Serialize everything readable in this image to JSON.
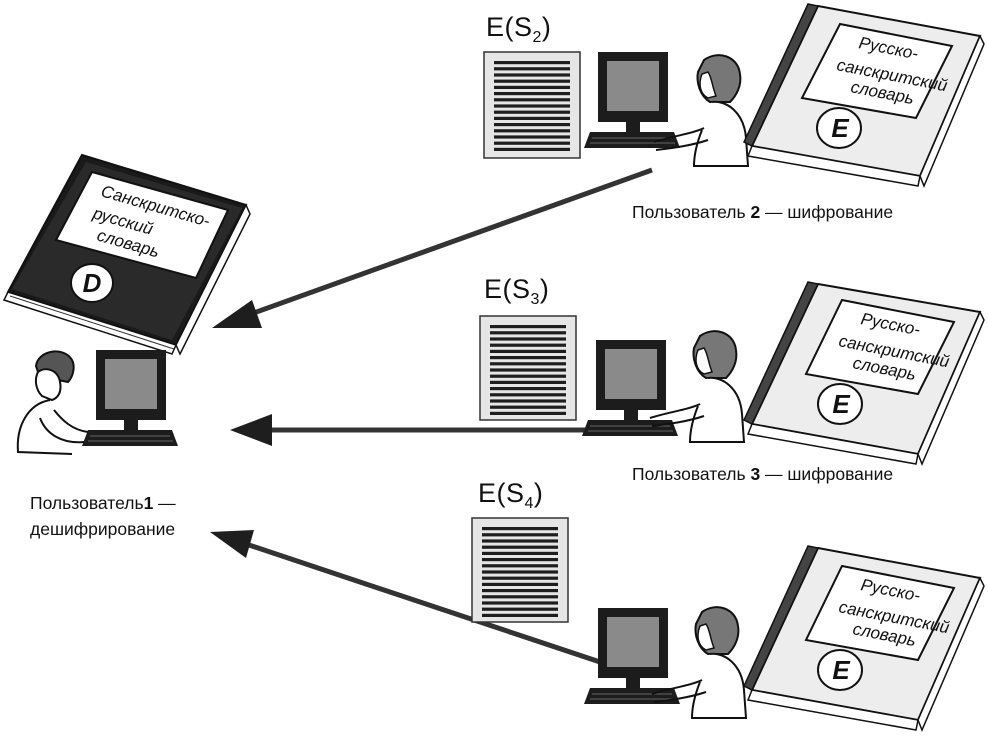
{
  "diagram": {
    "decrypt_user": {
      "label_line1_prefix": "Пользователь",
      "label_line1_number": "1",
      "label_line1_suffix": " —",
      "label_line2": "дешифрирование",
      "book_line1": "Санскритско-",
      "book_line2": "русский",
      "book_line3": "словарь",
      "book_letter": "D"
    },
    "encrypt_users": [
      {
        "cipher_prefix": "E(S",
        "cipher_sub": "2",
        "cipher_suffix": ")",
        "label_prefix": "Пользователь ",
        "label_number": "2",
        "label_suffix": " — шифрование",
        "book_line1": "Русско-",
        "book_line2": "санскритский",
        "book_line3": "словарь",
        "book_letter": "E"
      },
      {
        "cipher_prefix": "E(S",
        "cipher_sub": "3",
        "cipher_suffix": ")",
        "label_prefix": "Пользователь ",
        "label_number": "3",
        "label_suffix": " — шифрование",
        "book_line1": "Русско-",
        "book_line2": "санскритский",
        "book_line3": "словарь",
        "book_letter": "E"
      },
      {
        "cipher_prefix": "E(S",
        "cipher_sub": "4",
        "cipher_suffix": ")",
        "label_prefix": "",
        "label_number": "",
        "label_suffix": "",
        "book_line1": "Русско-",
        "book_line2": "санскритский",
        "book_line3": "словарь",
        "book_letter": "E"
      }
    ]
  }
}
